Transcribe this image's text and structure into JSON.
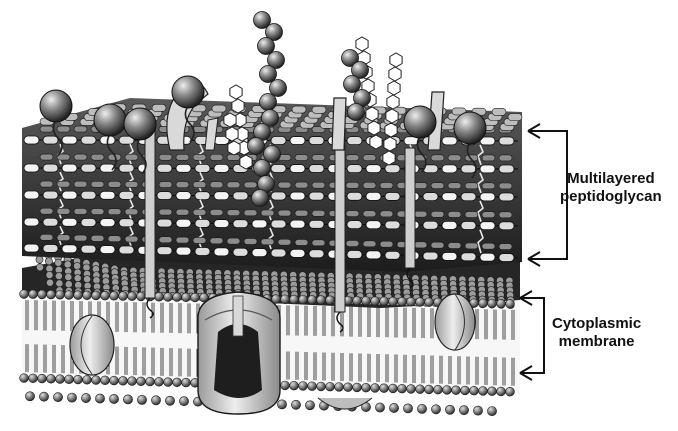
{
  "labels": {
    "peptidoglycan": {
      "line1": "Multilayered",
      "line2": "peptidoglycan"
    },
    "membrane": {
      "line1": "Cytoplasmic",
      "line2": "membrane"
    }
  },
  "colors": {
    "background": "#ffffff",
    "ink": "#111111",
    "head_dark": "#3a3a3a",
    "head_light": "#b8b8b8",
    "glycan_light": "#f2f2f2",
    "glycan_dark": "#4a4a4a",
    "protein": "#cfcfcf",
    "protein_core": "#1e1e1e"
  },
  "icons": [
    "bracket-arrow",
    "teichoic-acid-chain",
    "lipoteichoic-acid",
    "membrane-protein",
    "phospholipid-bilayer"
  ]
}
